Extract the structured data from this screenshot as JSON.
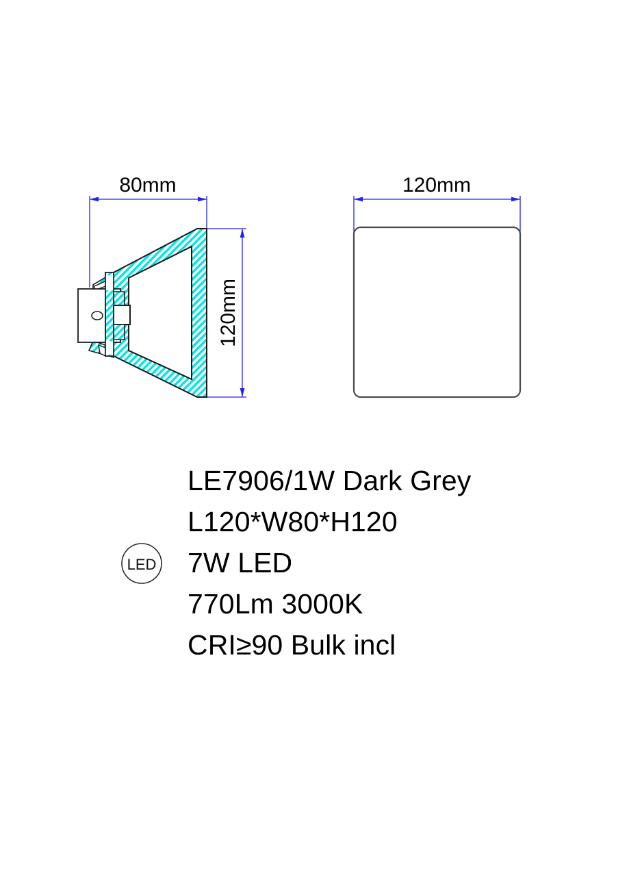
{
  "document": {
    "type": "product-dimension-drawing",
    "background_color": "#ffffff"
  },
  "views": [
    {
      "name": "side-section-view",
      "dimension_label": "80mm",
      "height_dimension_label": "120mm"
    },
    {
      "name": "front-view",
      "dimension_label": "120mm"
    }
  ],
  "dimensions": {
    "side_width": "80mm",
    "side_height": "120mm",
    "front_width": "120mm"
  },
  "colors": {
    "hatch": "#00e5e5",
    "outline": "#1a1a1a",
    "dimension": "#2222ee",
    "text": "#000000"
  },
  "badge": {
    "label": "LED",
    "icon": "led-circle-icon"
  },
  "spec": {
    "lines": [
      "LE7906/1W Dark Grey",
      "L120*W80*H120",
      "7W LED",
      "770Lm 3000K",
      "CRI≥90 Bulk incl"
    ],
    "line_0": "LE7906/1W Dark Grey",
    "line_1": "L120*W80*H120",
    "line_2": "7W LED",
    "line_3": "770Lm 3000K",
    "line_4": "CRI≥90 Bulk incl"
  }
}
